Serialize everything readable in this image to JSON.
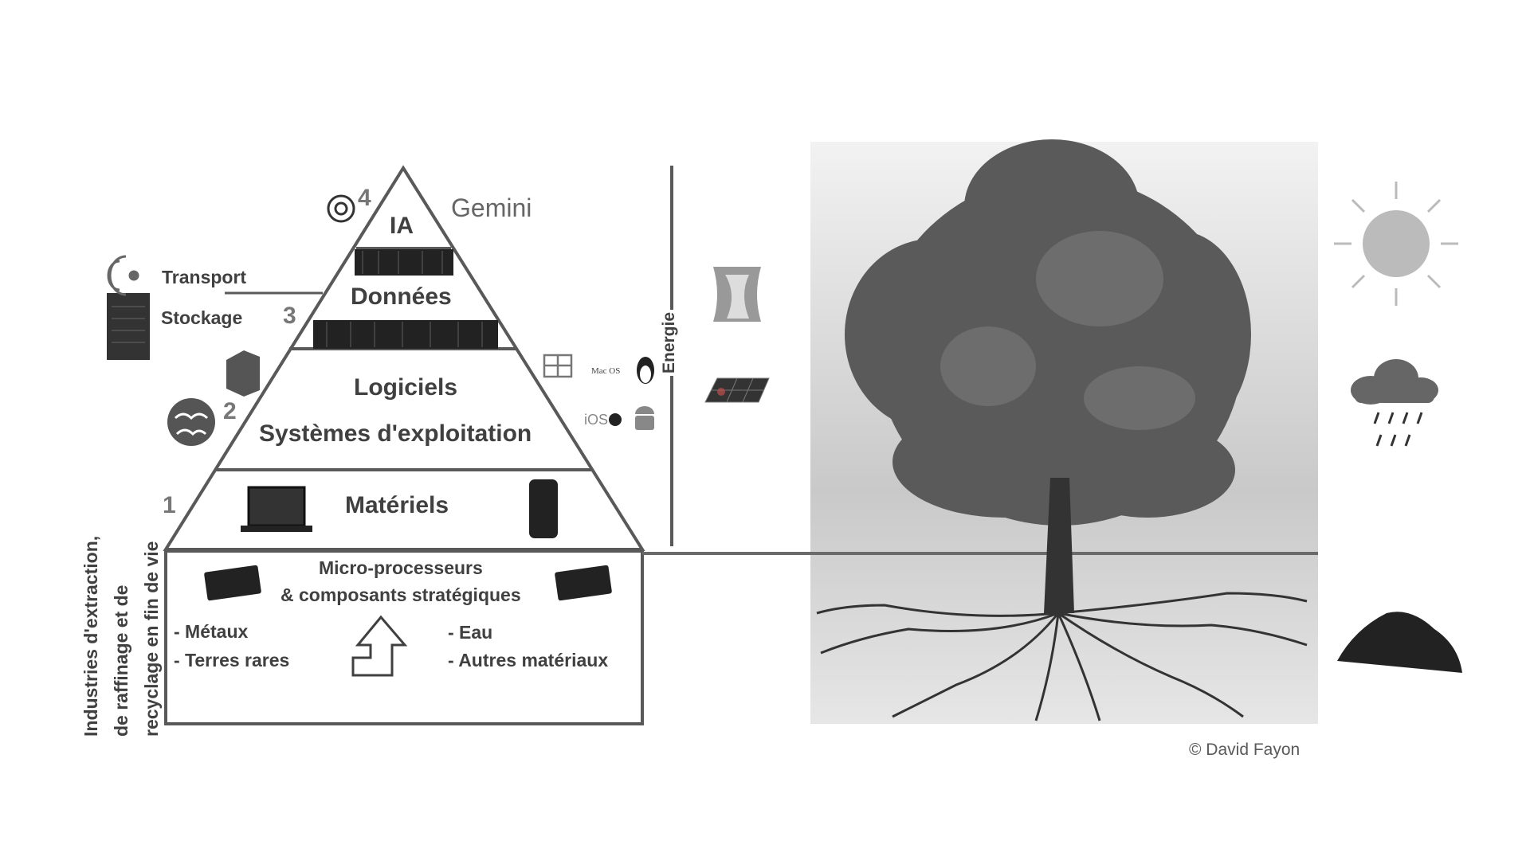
{
  "pyramid": {
    "levels": [
      {
        "number": "4",
        "label": "IA"
      },
      {
        "number": "3",
        "label": "Données"
      },
      {
        "number": "2",
        "label": "Logiciels",
        "label2": "Systèmes d'exploitation"
      },
      {
        "number": "1",
        "label": "Matériels"
      }
    ],
    "gemini_logo": "Gemini",
    "transport": "Transport",
    "storage": "Stockage",
    "os_macos": "Mac OS",
    "os_ios": "iOS"
  },
  "base": {
    "title_line1": "Micro-processeurs",
    "title_line2": "& composants stratégiques",
    "left_items": [
      "- Métaux",
      "- Terres rares"
    ],
    "right_items": [
      "- Eau",
      "- Autres matériaux"
    ]
  },
  "side_label": [
    "Industries d'extraction,",
    "de raffinage et de",
    "recyclage en fin de vie"
  ],
  "energy": "Energie",
  "copyright": "© David Fayon",
  "colors": {
    "line": "#595959",
    "text": "#404040",
    "accent": "#c0504d"
  }
}
